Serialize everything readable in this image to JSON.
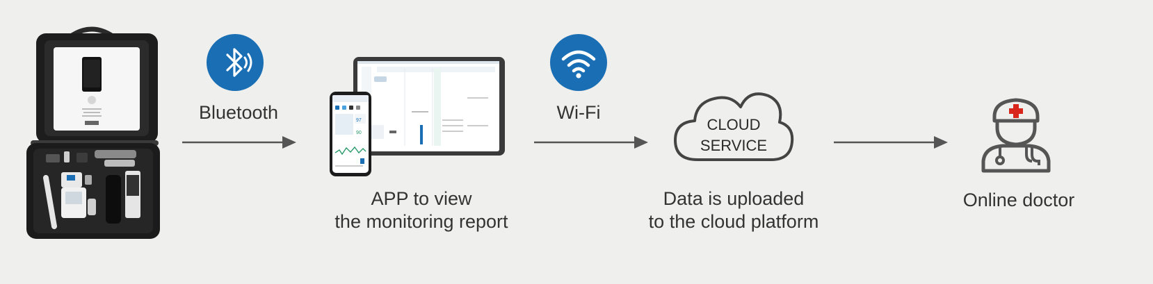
{
  "steps": {
    "kit": {},
    "bluetooth": {
      "label": "Bluetooth",
      "icon": "bluetooth-icon"
    },
    "app": {
      "caption_line1": "APP  to view",
      "caption_line2": "the monitoring report"
    },
    "wifi": {
      "label": "Wi-Fi",
      "icon": "wifi-icon"
    },
    "cloud": {
      "text_line1": "CLOUD",
      "text_line2": "SERVICE",
      "caption_line1": "Data is uploaded",
      "caption_line2": "to the cloud platform"
    },
    "doctor": {
      "caption": "Online doctor",
      "icon": "doctor-icon"
    }
  },
  "colors": {
    "background": "#efefed",
    "accent_blue": "#1a6fb4",
    "arrow": "#555555",
    "text": "#333333",
    "cross_red": "#d9261c"
  }
}
